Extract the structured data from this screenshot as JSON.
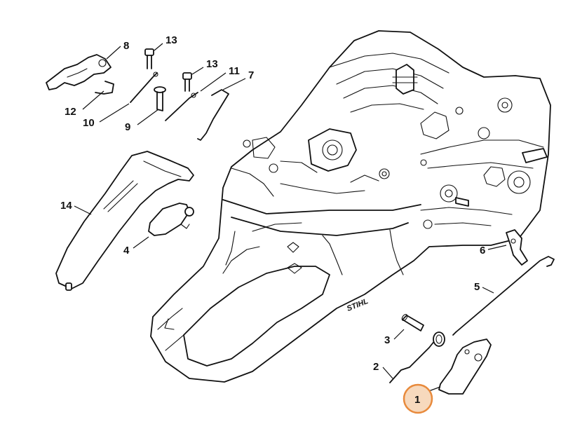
{
  "diagram": {
    "brand_mark": "STIHL",
    "accent_color": "#e88a3c",
    "highlight_fill": "#f7d9bd",
    "callouts": [
      {
        "id": "c8",
        "number": "8"
      },
      {
        "id": "c13a",
        "number": "13"
      },
      {
        "id": "c13b",
        "number": "13"
      },
      {
        "id": "c11",
        "number": "11"
      },
      {
        "id": "c7",
        "number": "7"
      },
      {
        "id": "c12",
        "number": "12"
      },
      {
        "id": "c10",
        "number": "10"
      },
      {
        "id": "c9",
        "number": "9"
      },
      {
        "id": "c14",
        "number": "14"
      },
      {
        "id": "c4",
        "number": "4"
      },
      {
        "id": "c6",
        "number": "6"
      },
      {
        "id": "c5",
        "number": "5"
      },
      {
        "id": "c3",
        "number": "3"
      },
      {
        "id": "c2",
        "number": "2"
      },
      {
        "id": "c1",
        "number": "1",
        "highlighted": true
      }
    ]
  }
}
